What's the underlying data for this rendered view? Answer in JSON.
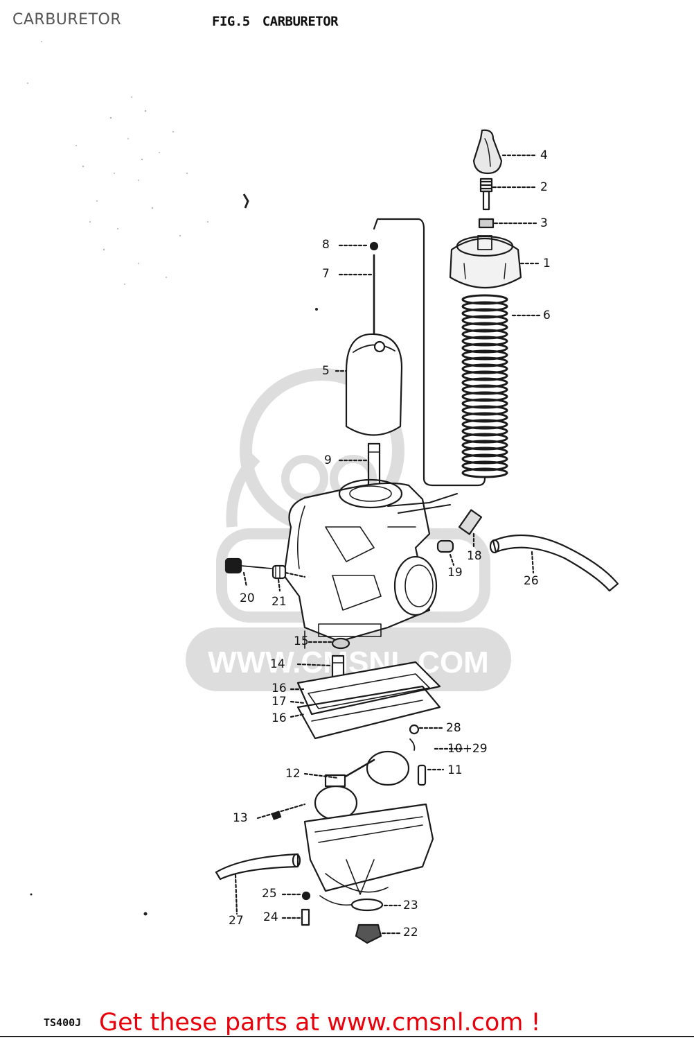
{
  "header": {
    "page_title": "CARBURETOR",
    "fig_number": "FIG.5",
    "fig_name": "CARBURETOR"
  },
  "watermark": {
    "text": "WWW.CMSNL.COM"
  },
  "diagram": {
    "callouts": {
      "c1": "1",
      "c2": "2",
      "c3": "3",
      "c4": "4",
      "c5": "5",
      "c6": "6",
      "c7": "7",
      "c8": "8",
      "c9": "9",
      "c10_29": "10+29",
      "c11": "11",
      "c12": "12",
      "c13": "13",
      "c14": "14",
      "c15": "15",
      "c16a": "16",
      "c16b": "16",
      "c17": "17",
      "c18": "18",
      "c19": "19",
      "c20": "20",
      "c21": "21",
      "c22": "22",
      "c23": "23",
      "c24": "24",
      "c25": "25",
      "c26": "26",
      "c27": "27",
      "c28": "28"
    }
  },
  "footer": {
    "model_code": "TS400J",
    "cta_link": "Get these parts at www.cmsnl.com !"
  }
}
